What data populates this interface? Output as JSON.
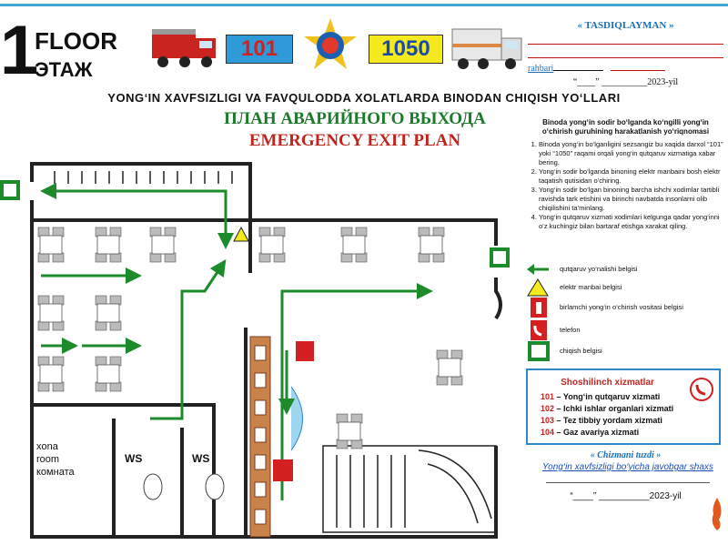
{
  "header": {
    "floor_number": "1",
    "floor_en": "FLOOR",
    "floor_ru": "ЭТАЖ",
    "phone_fire": "101",
    "phone_emergency": "1050",
    "colors": {
      "green": "#1d8a2b",
      "red": "#c0241f",
      "blue": "#2f86c8"
    }
  },
  "approval": {
    "title": "« TASDIQLAYMAN »",
    "rahbari": "rahbari",
    "date": "“____” __________2023-yil"
  },
  "titles": {
    "uz": "YONG‘IN XAVFSIZLIGI VA FAVQULODDA XOLATLARDA BINODAN CHIQISH YO‘LLARI",
    "ru": "ПЛАН АВАРИЙНОГО ВЫХОДА",
    "en": "EMERGENCY EXIT PLAN"
  },
  "instructions": {
    "head": "Binoda yong‘in sodir bo‘lganda ko‘ngilli yong‘in o‘chirish guruhining harakatlanish yo‘riqnomasi",
    "items": [
      "Binoda yong‘in bo‘lganligini sezsangiz bu xaqida darxol “101” yoki “1050” raqami orqali yong‘in qutqaruv xizmatiga xabar bering.",
      "Yong‘in sodir bo‘lganda binoning elektr manbaini bosh elektr taqatish qutisidan o‘chiring.",
      "Yong‘in sodir bo‘lgan binoning barcha ishchi xodimlar tartibli ravishda tark etishini va birinchi navbatda insonlarni olib chiqilishini ta’minlang.",
      "Yong‘in qutqaruv xizmati xodimlari kelgunga qadar yong‘inni o‘z kuchingiz bilan bartaraf etishga xarakat qiling."
    ]
  },
  "legend": [
    {
      "icon": "arrow-icon",
      "text": "qutqaruv yo‘nalishi belgisi"
    },
    {
      "icon": "electric-warning-icon",
      "text": "elektr manbai belgisi"
    },
    {
      "icon": "fire-extinguisher-icon",
      "text": "birlamchi yong‘in o‘chirish vositasi belgisi"
    },
    {
      "icon": "phone-icon",
      "text": "telefon"
    },
    {
      "icon": "exit-sign-icon",
      "text": "chiqish belgisi"
    }
  ],
  "emergency_services": {
    "heading": "Shoshilinch xizmatlar",
    "rows": [
      {
        "code": "101",
        "name": "– Yong‘in qutqaruv xizmati"
      },
      {
        "code": "102",
        "name": "– Ichki ishlar organlari xizmati"
      },
      {
        "code": "103",
        "name": "– Tez tibbiy yordam xizmati"
      },
      {
        "code": "104",
        "name": "– Gaz avariya xizmati"
      }
    ]
  },
  "footer": {
    "compiled": "« Chizmani tuzdi »",
    "responsible": "Yong‘in xavfsizligi bo‘yicha javobgar shaxs",
    "date": "“____” __________2023-yil"
  },
  "plan": {
    "room_label": [
      "xona",
      "room",
      "комната"
    ],
    "ws_label": "WS"
  }
}
